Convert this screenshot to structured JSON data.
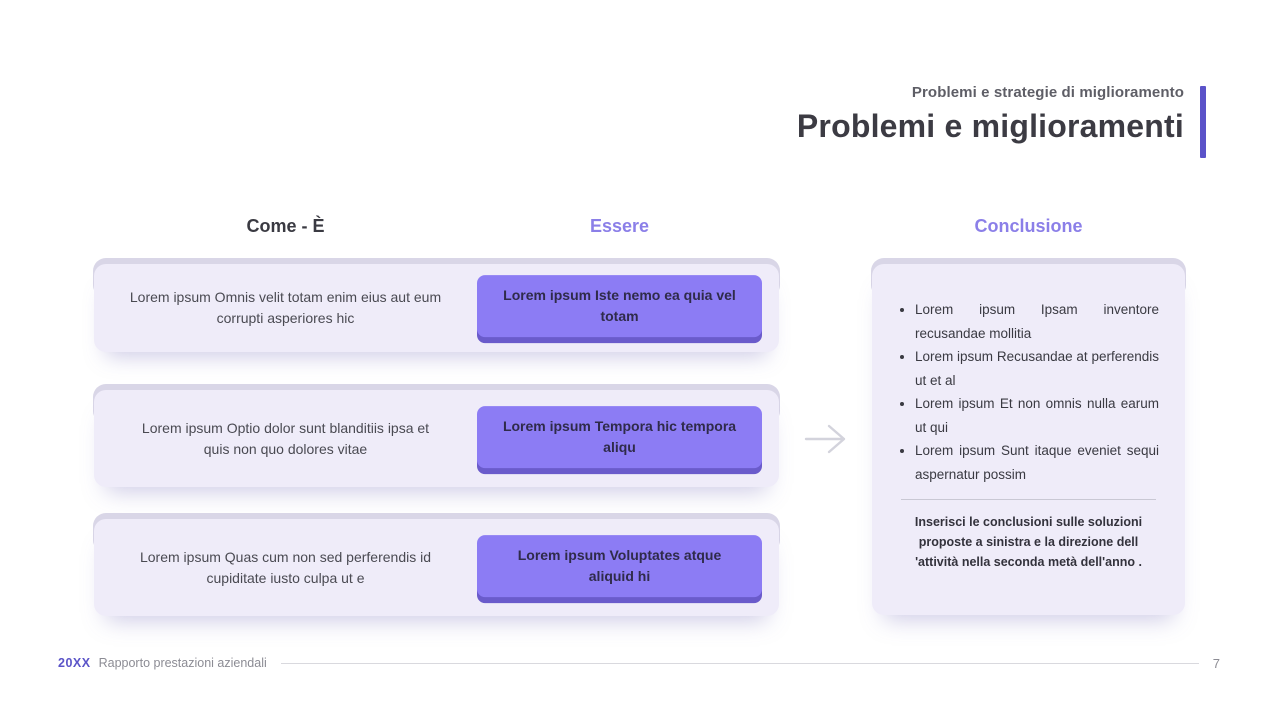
{
  "header": {
    "subtitle": "Problemi e strategie di miglioramento",
    "title": "Problemi e miglioramenti"
  },
  "columns": {
    "come": "Come - È",
    "essere": "Essere",
    "conclusione": "Conclusione"
  },
  "rows": [
    {
      "text": "Lorem ipsum Omnis velit totam enim eius aut eum corrupti asperiores hic",
      "button": "Lorem ipsum Iste nemo ea quia vel totam"
    },
    {
      "text": "Lorem ipsum Optio dolor sunt blanditiis ipsa et quis non quo dolores vitae",
      "button": "Lorem ipsum Tempora hic tempora aliqu"
    },
    {
      "text": "Lorem ipsum Quas cum non sed perferendis id cupiditate iusto culpa ut e",
      "button": "Lorem ipsum Voluptates atque aliquid hi"
    }
  ],
  "conclusion": {
    "bullets": [
      "Lorem ipsum Ipsam inventore recusandae mollitia",
      "Lorem ipsum Recusandae at perferendis ut et al",
      "Lorem ipsum Et non omnis nulla earum ut qui",
      "Lorem ipsum Sunt itaque eveniet sequi aspernatur possim"
    ],
    "note": "Inserisci le conclusioni sulle soluzioni proposte a sinistra e la direzione dell 'attività nella seconda metà dell'anno ."
  },
  "footer": {
    "year": "20XX",
    "label": "Rapporto prestazioni aziendali",
    "page": "7"
  },
  "colors": {
    "accent_purple": "#5B53C9",
    "heading_purple": "#8B7FE8",
    "button_purple": "#8C7CF4",
    "button_shadow_purple": "#6A5BCB",
    "card_background": "#EFECF9",
    "card_lip": "#D9D6E7",
    "title_text": "#3C3B43",
    "body_text": "#4A4A52",
    "footer_gray": "#8C8C94"
  }
}
